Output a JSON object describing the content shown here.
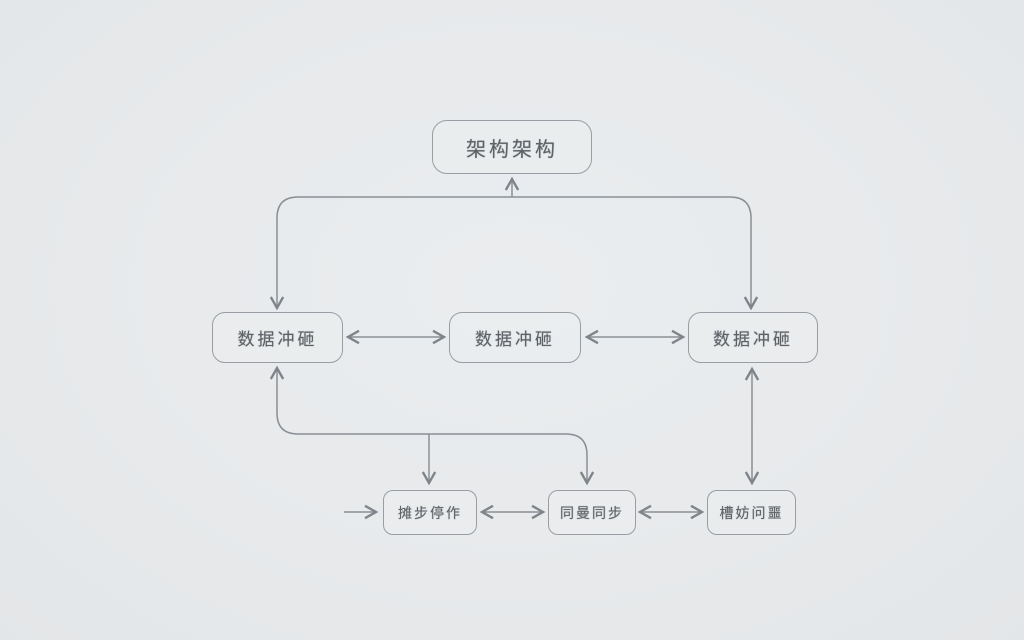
{
  "diagram": {
    "kind": "flowchart",
    "background_color": "#e8eaec",
    "line_color": "#8a9095",
    "box_border_color": "#989ea3",
    "text_color": "#5d6267",
    "nodes": {
      "top": {
        "label": "架构架构"
      },
      "mid_left": {
        "label": "数据冲砸"
      },
      "mid_center": {
        "label": "数据冲砸"
      },
      "mid_right": {
        "label": "数据冲砸"
      },
      "bot_left": {
        "label": "摊步停作"
      },
      "bot_center": {
        "label": "同曼同步"
      },
      "bot_right": {
        "label": "槽妨问噩"
      }
    },
    "edges": [
      {
        "between": [
          "mid_left",
          "top",
          "mid_right"
        ],
        "style": "tree-trunk",
        "arrowheads": [
          "top",
          "mid_left",
          "mid_right"
        ]
      },
      {
        "between": [
          "mid_left",
          "mid_center"
        ],
        "style": "double-arrow"
      },
      {
        "between": [
          "mid_center",
          "mid_right"
        ],
        "style": "double-arrow"
      },
      {
        "between": [
          "mid_left",
          "bot_left",
          "bot_center"
        ],
        "style": "tree-branch",
        "arrowheads": [
          "mid_left",
          "bot_left",
          "bot_center"
        ]
      },
      {
        "between": [
          "mid_right",
          "bot_right"
        ],
        "style": "double-arrow"
      },
      {
        "between": [
          "bot_left",
          "bot_center"
        ],
        "style": "double-arrow"
      },
      {
        "between": [
          "bot_center",
          "bot_right"
        ],
        "style": "double-arrow"
      },
      {
        "between": [
          "offscreen-left",
          "bot_left"
        ],
        "style": "single-arrow",
        "arrowheads": [
          "bot_left"
        ]
      }
    ]
  }
}
